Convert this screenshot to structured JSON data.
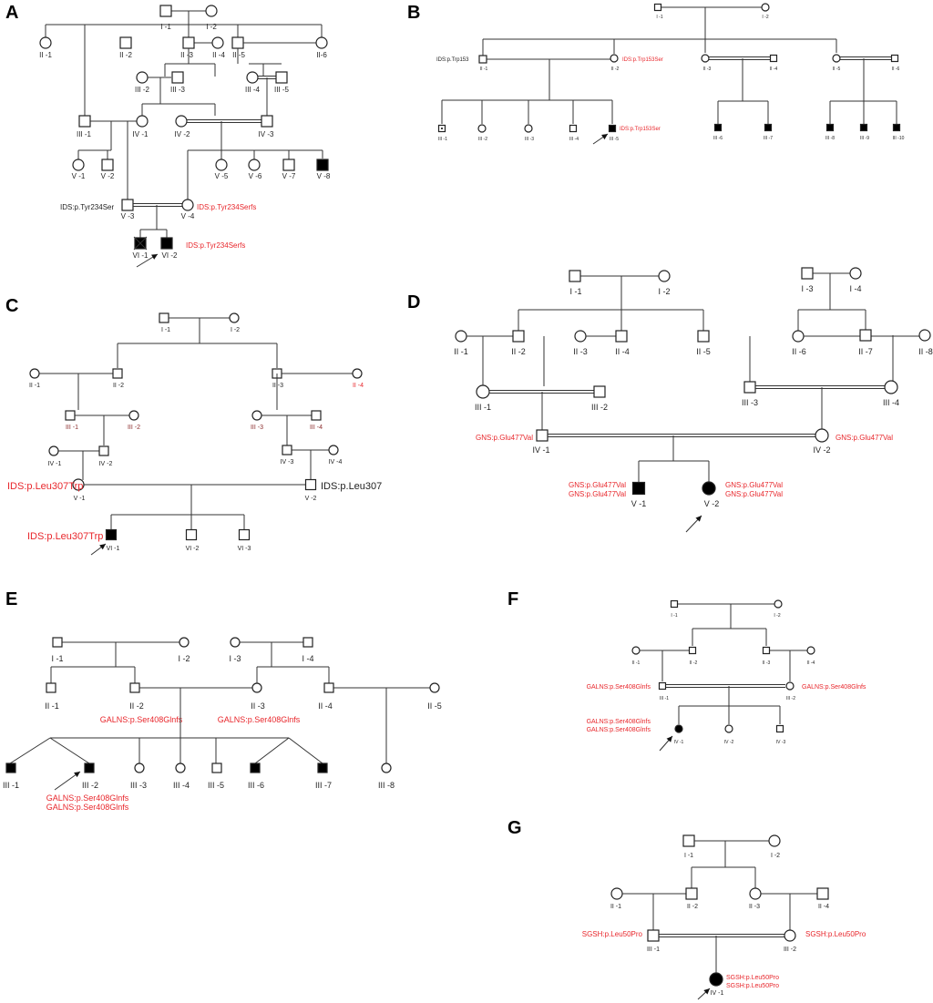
{
  "panels": {
    "A": {
      "letter": "A",
      "labels": [
        "I -1",
        "I -2",
        "II -1",
        "II -2",
        "II -3",
        "II -4",
        "II -5",
        "II-6",
        "III -2",
        "III -3",
        "III -4",
        "III -5",
        "III -1",
        "IV -1",
        "IV -2",
        "IV -3",
        "V -1",
        "V -2",
        "V -5",
        "V -6",
        "V -7",
        "V -8",
        "V -3",
        "V -4",
        "VI -1",
        "VI -2"
      ],
      "variants": [
        "IDS:p.Tyr234Ser",
        "IDS:p.Tyr234Serfs",
        "IDS:p.Tyr234Serfs"
      ]
    },
    "B": {
      "letter": "B",
      "labels": [
        "I -1",
        "I -2",
        "II -1",
        "II -2",
        "II -3",
        "II -4",
        "II -5",
        "II -6",
        "III -1",
        "III -2",
        "III -3",
        "III -4",
        "III -5",
        "III -6",
        "III -7",
        "III -8",
        "III -9",
        "III -10"
      ],
      "variants": [
        "IDS:p.Trp153",
        "IDS:p.Trp153Ser",
        "IDS:p.Trp153Ser"
      ]
    },
    "C": {
      "letter": "C",
      "labels": [
        "I -1",
        "I -2",
        "II -1",
        "II -2",
        "II -3",
        "II -4",
        "III -1",
        "III -2",
        "III -3",
        "III -4",
        "IV -1",
        "IV -2",
        "IV -3",
        "IV -4",
        "V -1",
        "V -2",
        "VI -1",
        "VI -2",
        "VI -3"
      ],
      "variants": [
        "IDS:p.Leu307Trp",
        "IDS:p.Leu307",
        "IDS:p.Leu307Trp"
      ]
    },
    "D": {
      "letter": "D",
      "labels": [
        "I -1",
        "I -2",
        "I -3",
        "I -4",
        "II -1",
        "II -2",
        "II -3",
        "II -4",
        "II -5",
        "II -6",
        "II -7",
        "II -8",
        "III -1",
        "III -2",
        "III -3",
        "III -4",
        "IV -1",
        "IV -2",
        "V -1",
        "V -2"
      ],
      "variants": [
        "GNS:p.Glu477Val",
        "GNS:p.Glu477Val",
        "GNS:p.Glu477Val",
        "GNS:p.Glu477Val",
        "GNS:p.Glu477Val",
        "GNS:p.Glu477Val"
      ]
    },
    "E": {
      "letter": "E",
      "labels": [
        "I -1",
        "I -2",
        "I -3",
        "I -4",
        "II -1",
        "II -2",
        "II -3",
        "II -4",
        "II -5",
        "III -1",
        "III -2",
        "III -3",
        "III -4",
        "III -5",
        "III -6",
        "III -7",
        "III -8"
      ],
      "variants": [
        "GALNS:p.Ser408Glnfs",
        "GALNS:p.Ser408Glnfs",
        "GALNS:p.Ser408Glnfs",
        "GALNS:p.Ser408Glnfs"
      ]
    },
    "F": {
      "letter": "F",
      "labels": [
        "I -1",
        "I -2",
        "II -1",
        "II -2",
        "II -3",
        "II -4",
        "III -1",
        "III -2",
        "IV -1",
        "IV -2",
        "IV -3"
      ],
      "variants": [
        "GALNS:p.Ser408Glnfs",
        "GALNS:p.Ser408Glnfs",
        "GALNS:p.Ser408Glnfs",
        "GALNS:p.Ser408Glnfs"
      ]
    },
    "G": {
      "letter": "G",
      "labels": [
        "I -1",
        "I -2",
        "II -1",
        "II -2",
        "II -3",
        "II -4",
        "III -1",
        "III -2",
        "IV -1"
      ],
      "variants": [
        "SGSH:p.Leu50Pro",
        "SGSH:p.Leu50Pro",
        "SGSH:p.Leu50Pro",
        "SGSH:p.Leu50Pro"
      ]
    }
  }
}
